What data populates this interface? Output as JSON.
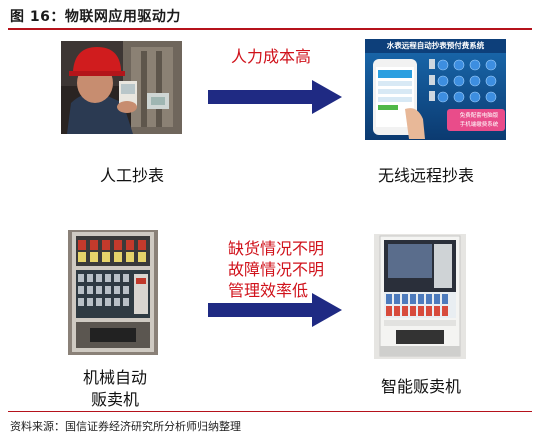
{
  "figure": {
    "title": "图 16：物联网应用驱动力",
    "source": "资料来源：国信证券经济研究所分析师归纳整理"
  },
  "top_row": {
    "left_label": "人工抄表",
    "driver_text": "人力成本高",
    "right_label": "无线远程抄表",
    "screen_title": "水表远程自动抄表预付费系统",
    "screen_footer_line1": "免费配套电脑版",
    "screen_footer_line2": "手机端缴费系统"
  },
  "bottom_row": {
    "left_label_line1": "机械自动",
    "left_label_line2": "贩卖机",
    "driver_lines": [
      "缺货情况不明",
      "故障情况不明",
      "管理效率低"
    ],
    "right_label": "智能贩卖机"
  },
  "colors": {
    "accent_red": "#d0121b",
    "arrow_navy": "#1f2a83",
    "rule_red": "#b5121b"
  },
  "icons": {
    "arrow": "right-arrow-icon",
    "water-droplet": "water-drop-icon"
  }
}
